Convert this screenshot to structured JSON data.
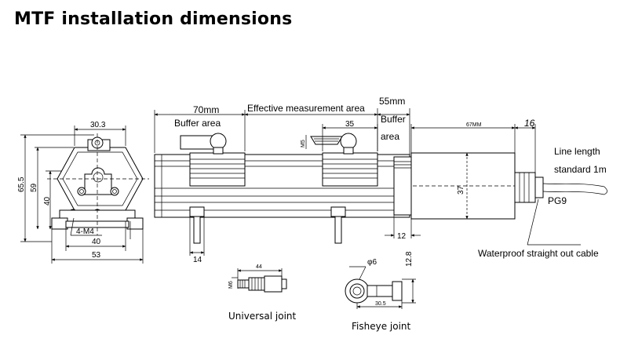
{
  "title": "MTF installation dimensions",
  "end_view": {
    "width_top": "30.3",
    "height_total": "65.5",
    "height_mid": "59",
    "height_inner": "40",
    "mount_screw": "4-M4",
    "width_holes": "40",
    "width_base": "53"
  },
  "side_view": {
    "buffer_left_dim": "70mm",
    "buffer_left_label": "Buffer area",
    "effective_label": "Effective measurement area",
    "buffer_right_dim": "55mm",
    "buffer_right_label_1": "Buffer",
    "buffer_right_label_2": "area",
    "slider_thread": "M5",
    "slider_width": "35",
    "foot_width": "14",
    "head_length": "67MM",
    "cable_gland_length": "16",
    "diameter": "37",
    "endcap_width": "12",
    "line_length_1": "Line length",
    "line_length_2": "standard 1m",
    "gland_label": "PG9",
    "cable_label": "Waterproof straight out cable"
  },
  "universal_joint": {
    "length": "44",
    "thread": "M6",
    "caption": "Universal joint"
  },
  "fisheye_joint": {
    "diameter": "φ6",
    "height": "12.8",
    "length": "30.5",
    "caption": "Fisheye joint"
  }
}
